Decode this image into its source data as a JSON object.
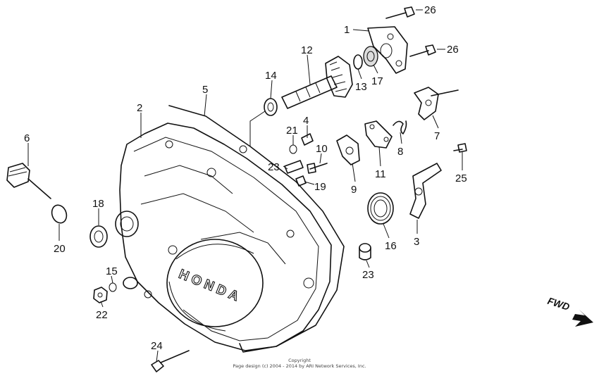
{
  "brand_text": "HONDA",
  "direction_label": "FWD",
  "copyright": {
    "line1": "Copyright",
    "line2": "Page design (c) 2004 - 2014 by ARI Network Services, Inc."
  },
  "callouts": {
    "c1": "1",
    "c2": "2",
    "c3": "3",
    "c4": "4",
    "c5": "5",
    "c6": "6",
    "c7": "7",
    "c8": "8",
    "c9": "9",
    "c10": "10",
    "c11": "11",
    "c12": "12",
    "c13": "13",
    "c14": "14",
    "c15": "15",
    "c16": "16",
    "c17": "17",
    "c18": "18",
    "c19": "19",
    "c20": "20",
    "c21": "21",
    "c22": "22",
    "c23a": "23",
    "c23b": "23",
    "c24": "24",
    "c25": "25",
    "c26a": "26",
    "c26b": "26"
  }
}
